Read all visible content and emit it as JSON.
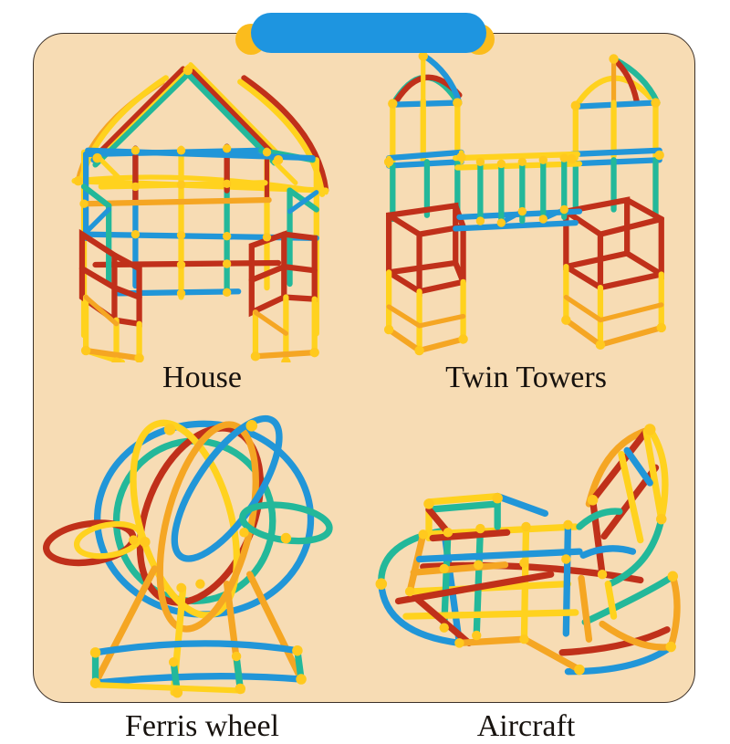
{
  "page": {
    "background": "#ffffff",
    "card_background": "#f7dcb4",
    "card_border": "#3b3028"
  },
  "banner": {
    "label": "",
    "pill_color": "#1e95e0",
    "cap_color": "#fbbc1d"
  },
  "palette": {
    "yellow": "#ffd21e",
    "orange": "#f5a623",
    "red": "#c0301a",
    "blue": "#2196d8",
    "teal": "#23b89a",
    "connector": "#ffc91e",
    "caption_color": "#17120e"
  },
  "models": [
    {
      "id": "house",
      "caption": "House",
      "description": "Stick-construction model of a house with peaked roof, window grid walls and two legs"
    },
    {
      "id": "twin-towers",
      "caption": "Twin Towers",
      "description": "Stick-construction model of two domed towers joined by a horizontal bridge"
    },
    {
      "id": "ferris-wheel",
      "caption": "Ferris wheel",
      "description": "Stick-construction model of interlocking rings forming a ferris wheel on a splayed base"
    },
    {
      "id": "aircraft",
      "caption": "Aircraft",
      "description": "Stick-construction model of an airplane with swept wings, fuselage box and raised tail"
    }
  ]
}
